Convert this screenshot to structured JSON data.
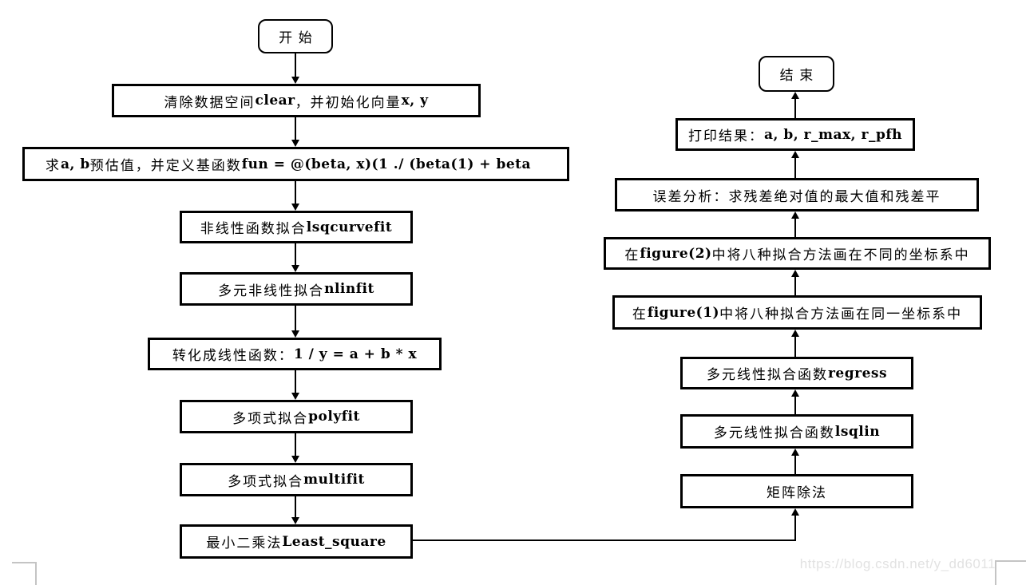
{
  "flowchart": {
    "start_label": "开始",
    "end_label": "结束",
    "left_steps": [
      {
        "label": "清除数据空间 clear，并初始化向量 x, y"
      },
      {
        "label": "求 a, b 预估值，并定义基函数 fun = @(beta, x)(1 ./ (beta(1) + beta"
      },
      {
        "label": "非线性函数拟合 lsqcurvefit"
      },
      {
        "label": "多元非线性拟合 nlinfit"
      },
      {
        "label": "转化成线性函数：1 / y = a + b * x"
      },
      {
        "label": "多项式拟合 polyfit"
      },
      {
        "label": "多项式拟合 multifit"
      },
      {
        "label": "最小二乘法 Least_square"
      }
    ],
    "right_steps": [
      {
        "label": "打印结果：a, b, r_max, r_pfh"
      },
      {
        "label": "误差分析：求残差绝对值的最大值和残差平"
      },
      {
        "label": "在 figure(2)中将八种拟合方法画在不同的坐标系中"
      },
      {
        "label": "在 figure(1)中将八种拟合方法画在同一坐标系中"
      },
      {
        "label": "多元线性拟合函数 regress"
      },
      {
        "label": "多元线性拟合函数 lsqlin"
      },
      {
        "label": "矩阵除法"
      }
    ]
  },
  "watermark": {
    "text": "https://blog.csdn.net/y_dd6011"
  },
  "colors": {
    "line": "#000000",
    "background": "#ffffff",
    "watermark_text": "#e2e2e2",
    "crop_mark": "#c4c4c4"
  }
}
